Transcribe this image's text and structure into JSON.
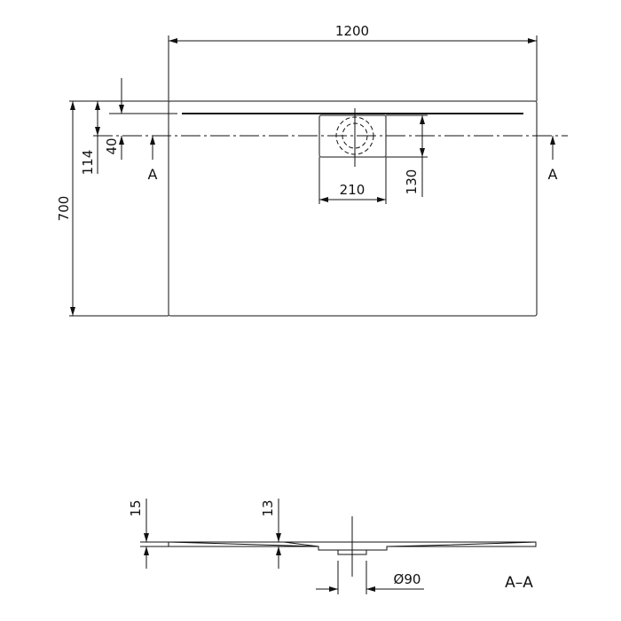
{
  "plan_view": {
    "width_label": "1200",
    "height_label": "700",
    "offset_114_label": "114",
    "offset_40_label": "40",
    "drain_width_label": "210",
    "drain_height_label": "130",
    "section_marker_left": "A",
    "section_marker_right": "A"
  },
  "section_view": {
    "thickness_edge_label": "15",
    "thickness_inner_label": "13",
    "drain_diameter_label": "Ø90",
    "section_title": "A–A"
  },
  "colors": {
    "line": "#111111",
    "background": "#ffffff"
  }
}
